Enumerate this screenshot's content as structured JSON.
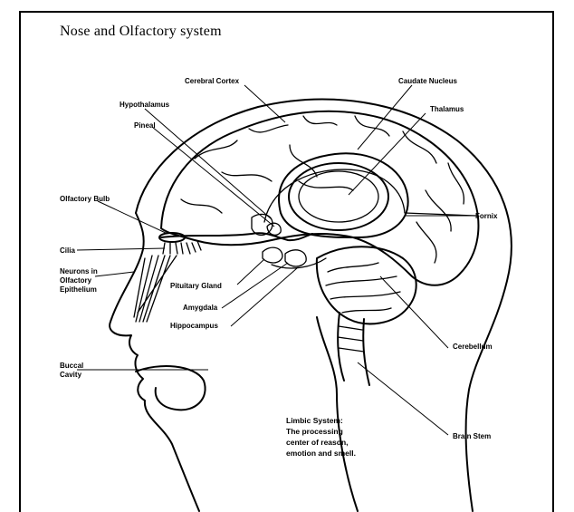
{
  "title": "Nose and Olfactory system",
  "labels": {
    "cerebral_cortex": "Cerebral Cortex",
    "caudate_nucleus": "Caudate Nucleus",
    "hypothalamus": "Hypothalamus",
    "thalamus": "Thalamus",
    "pineal": "Pineal",
    "olfactory_bulb": "Olfactory Bulb",
    "fornix": "Fornix",
    "cilia": "Cilia",
    "neurons_line1": "Neurons in",
    "neurons_line2": "Olfactory",
    "neurons_line3": "Epithelium",
    "pituitary_gland": "Pituitary Gland",
    "amygdala": "Amygdala",
    "hippocampus": "Hippocampus",
    "cerebellum": "Cerebellum",
    "buccal_line1": "Buccal",
    "buccal_line2": "Cavity",
    "brain_stem": "Brain Stem"
  },
  "caption": {
    "line1": "Limbic System:",
    "line2": "The processing",
    "line3": "center of reason,",
    "line4": "emotion and smell."
  },
  "colors": {
    "ink": "#000000",
    "paper": "#ffffff"
  }
}
